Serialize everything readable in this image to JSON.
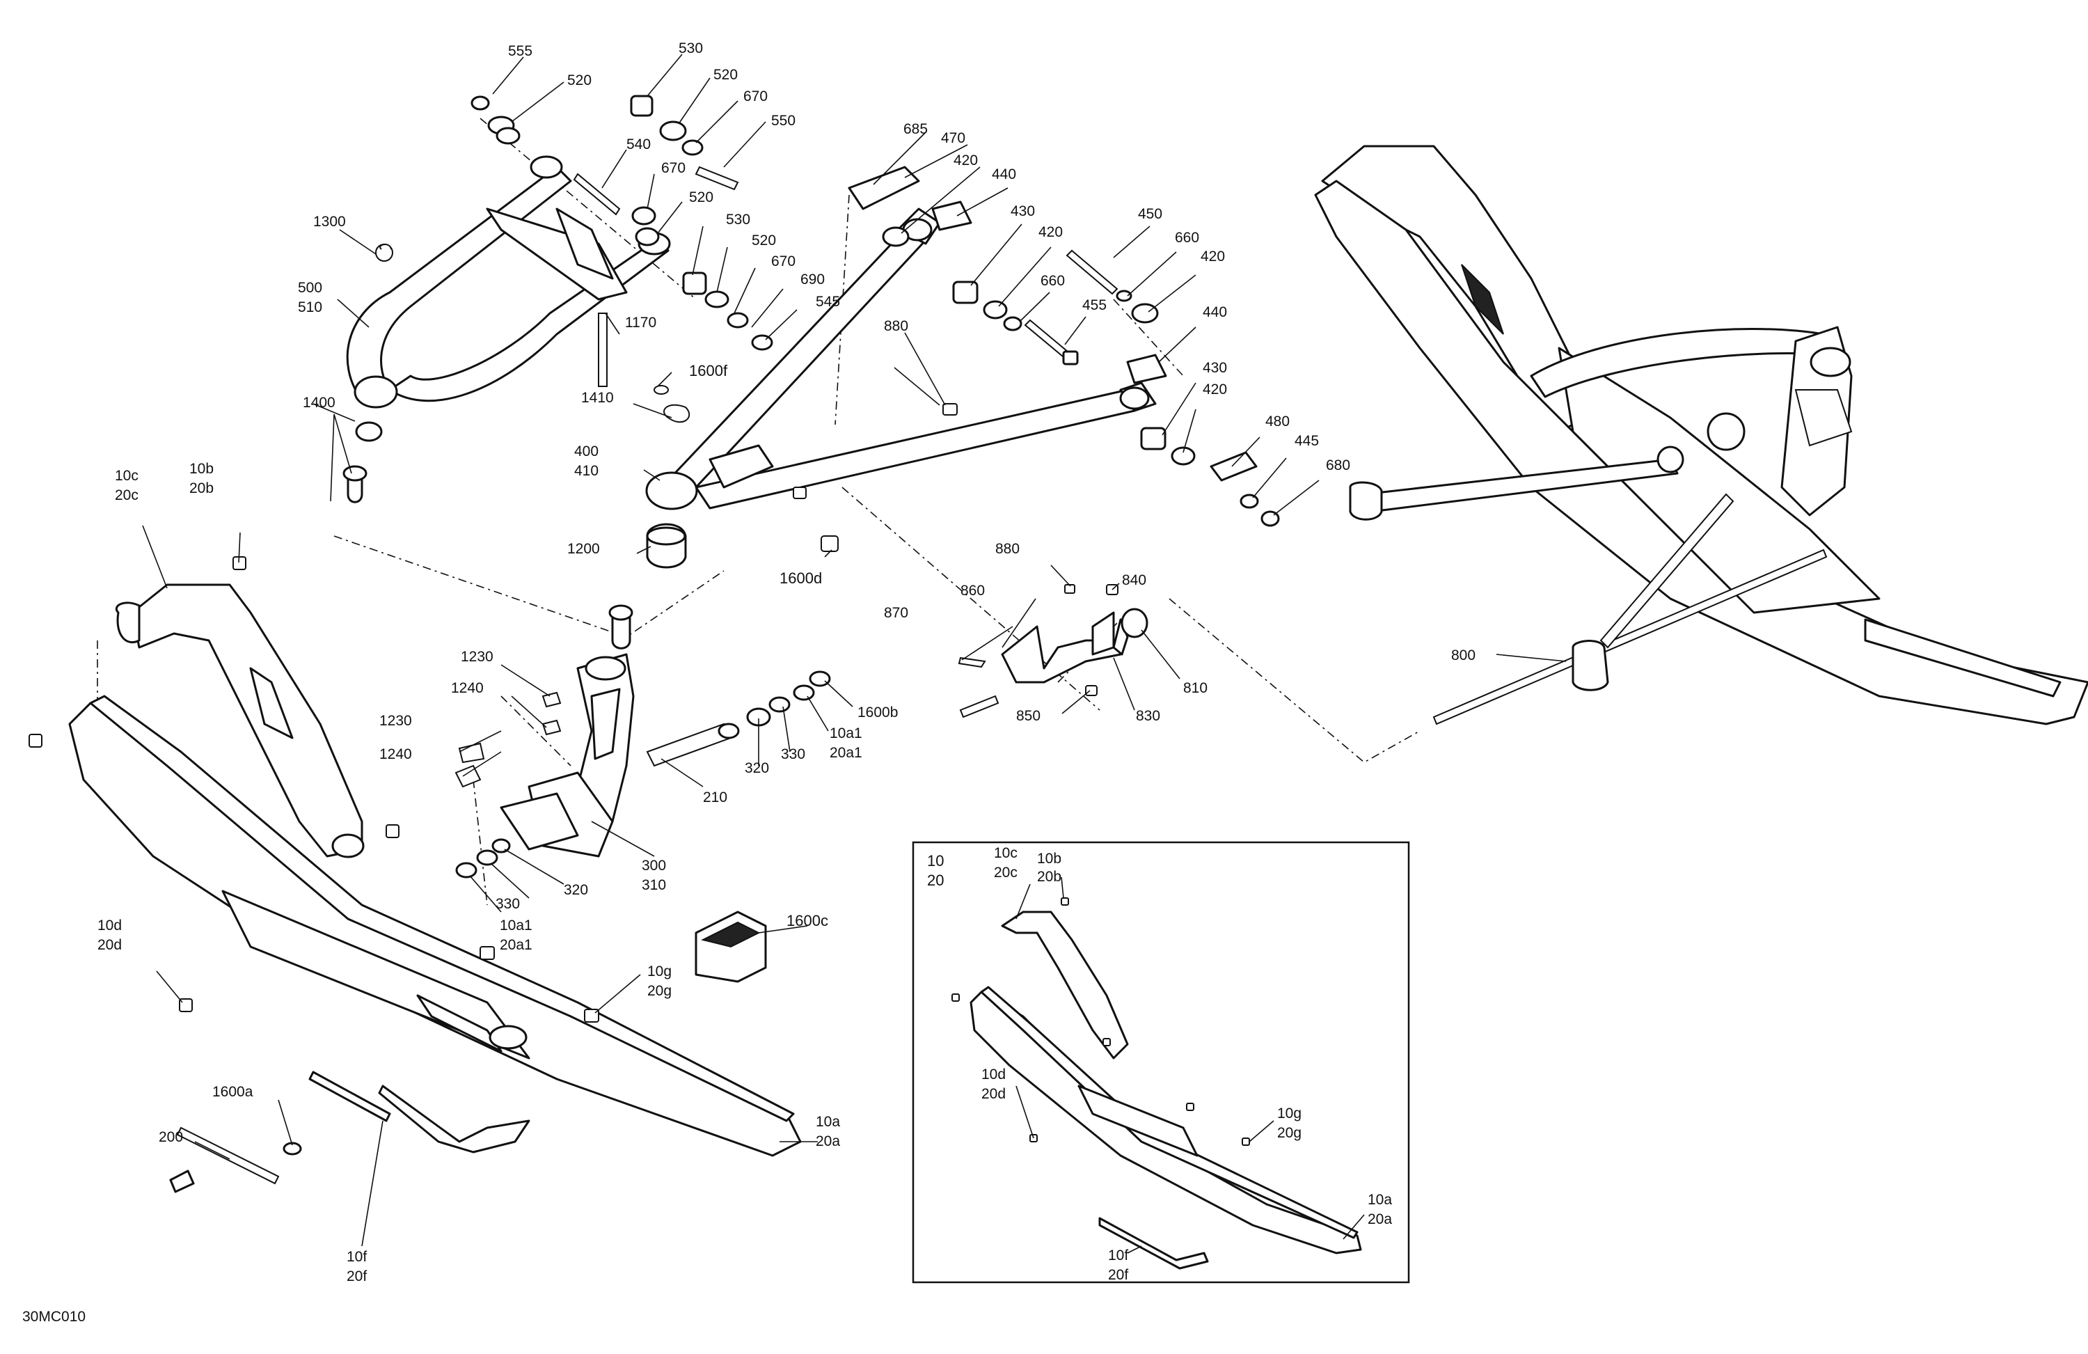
{
  "document_ref": "30MC010",
  "labels": {
    "l555": "555",
    "l520a": "520",
    "l530a": "530",
    "l520b": "520",
    "l670a": "670",
    "l550": "550",
    "l540": "540",
    "l670b": "670",
    "l520c": "520",
    "l530b": "530",
    "l520d": "520",
    "l670c": "670",
    "l690": "690",
    "l545": "545",
    "l1300": "1300",
    "l500": "500",
    "l510": "510",
    "l1400": "1400",
    "l1170": "1170",
    "l1600f": "1600f",
    "l1410": "1410",
    "l400": "400",
    "l410": "410",
    "l1200": "1200",
    "l1600d": "1600d",
    "l880a": "880",
    "l685": "685",
    "l470": "470",
    "l420a": "420",
    "l440a": "440",
    "l430a": "430",
    "l420b": "420",
    "l450": "450",
    "l660a": "660",
    "l420c": "420",
    "l660b": "660",
    "l455": "455",
    "l440b": "440",
    "l430b": "430",
    "l420d": "420",
    "l480": "480",
    "l445": "445",
    "l680": "680",
    "l880b": "880",
    "l840": "840",
    "l860": "860",
    "l870": "870",
    "l810": "810",
    "l850": "850",
    "l830": "830",
    "l800": "800",
    "l10c": "10c",
    "l20c": "20c",
    "l10b": "10b",
    "l20b": "20b",
    "l1230a": "1230",
    "l1240a": "1240",
    "l1230b": "1230",
    "l1240b": "1240",
    "l1600b": "1600b",
    "l10a1a": "10a1",
    "l20a1a": "20a1",
    "l330a": "330",
    "l320a": "320",
    "l210": "210",
    "l300": "300",
    "l310": "310",
    "l320b": "320",
    "l330b": "330",
    "l10a1b": "10a1",
    "l20a1b": "20a1",
    "l1600c": "1600c",
    "l10d": "10d",
    "l20d": "20d",
    "l10g": "10g",
    "l20g": "20g",
    "l1600a": "1600a",
    "l200": "200",
    "l10f": "10f",
    "l20f": "20f",
    "l10a": "10a",
    "l20a": "20a",
    "i10": "10",
    "i20": "20",
    "i10c": "10c",
    "i20c": "20c",
    "i10b": "10b",
    "i20b": "20b",
    "i10d": "10d",
    "i20d": "20d",
    "i10g": "10g",
    "i20g": "20g",
    "i10a": "10a",
    "i20a": "20a",
    "i10f": "10f",
    "i20f": "20f"
  }
}
